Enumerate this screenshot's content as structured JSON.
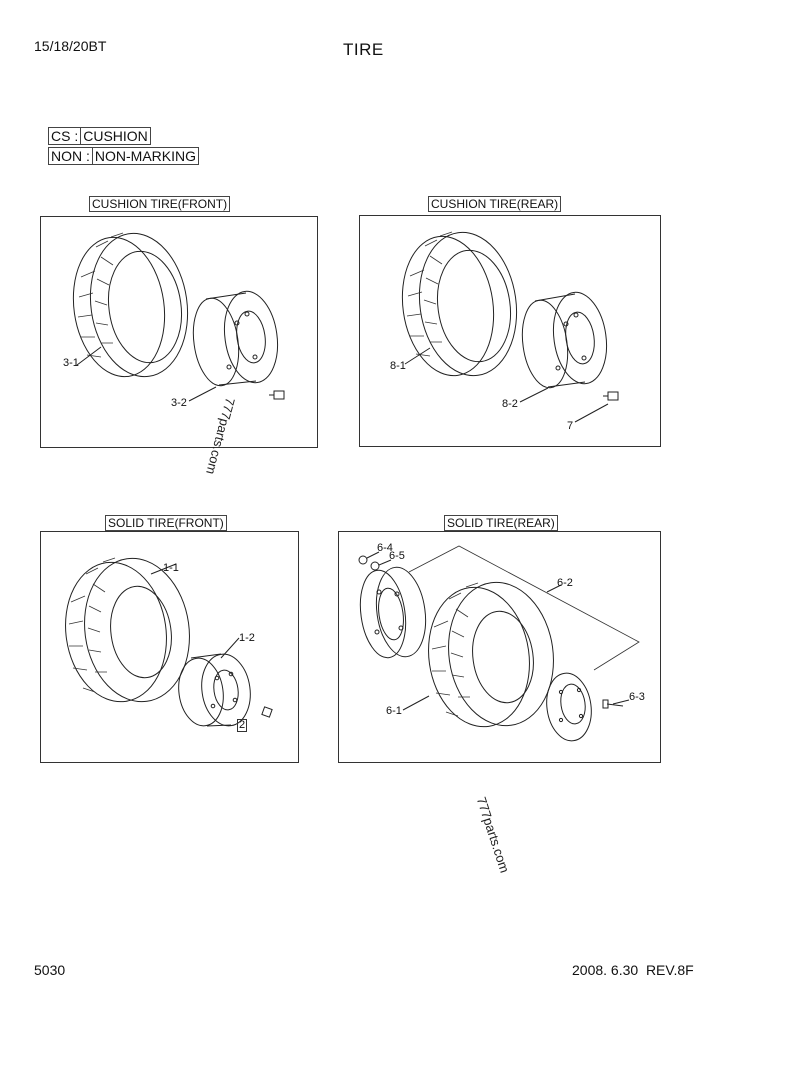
{
  "header": {
    "model": "15/18/20BT",
    "title": "TIRE"
  },
  "legend": [
    {
      "code": "CS :",
      "meaning": "CUSHION"
    },
    {
      "code": "NON :",
      "meaning": "NON-MARKING"
    }
  ],
  "panels": {
    "cushion_front": {
      "title": "CUSHION TIRE(FRONT)",
      "callouts": [
        "3-1",
        "3-2"
      ]
    },
    "cushion_rear": {
      "title": "CUSHION TIRE(REAR)",
      "callouts": [
        "8-1",
        "8-2",
        "7"
      ]
    },
    "solid_front": {
      "title": "SOLID TIRE(FRONT)",
      "callouts": [
        "1-1",
        "1-2",
        "2"
      ]
    },
    "solid_rear": {
      "title": "SOLID TIRE(REAR)",
      "callouts": [
        "6-4",
        "6-5",
        "6-2",
        "6-3",
        "6-1"
      ]
    }
  },
  "watermarks": [
    "777parts.com",
    "777parts.com"
  ],
  "footer": {
    "page": "5030",
    "revision": "2008. 6.30  REV.8F"
  }
}
